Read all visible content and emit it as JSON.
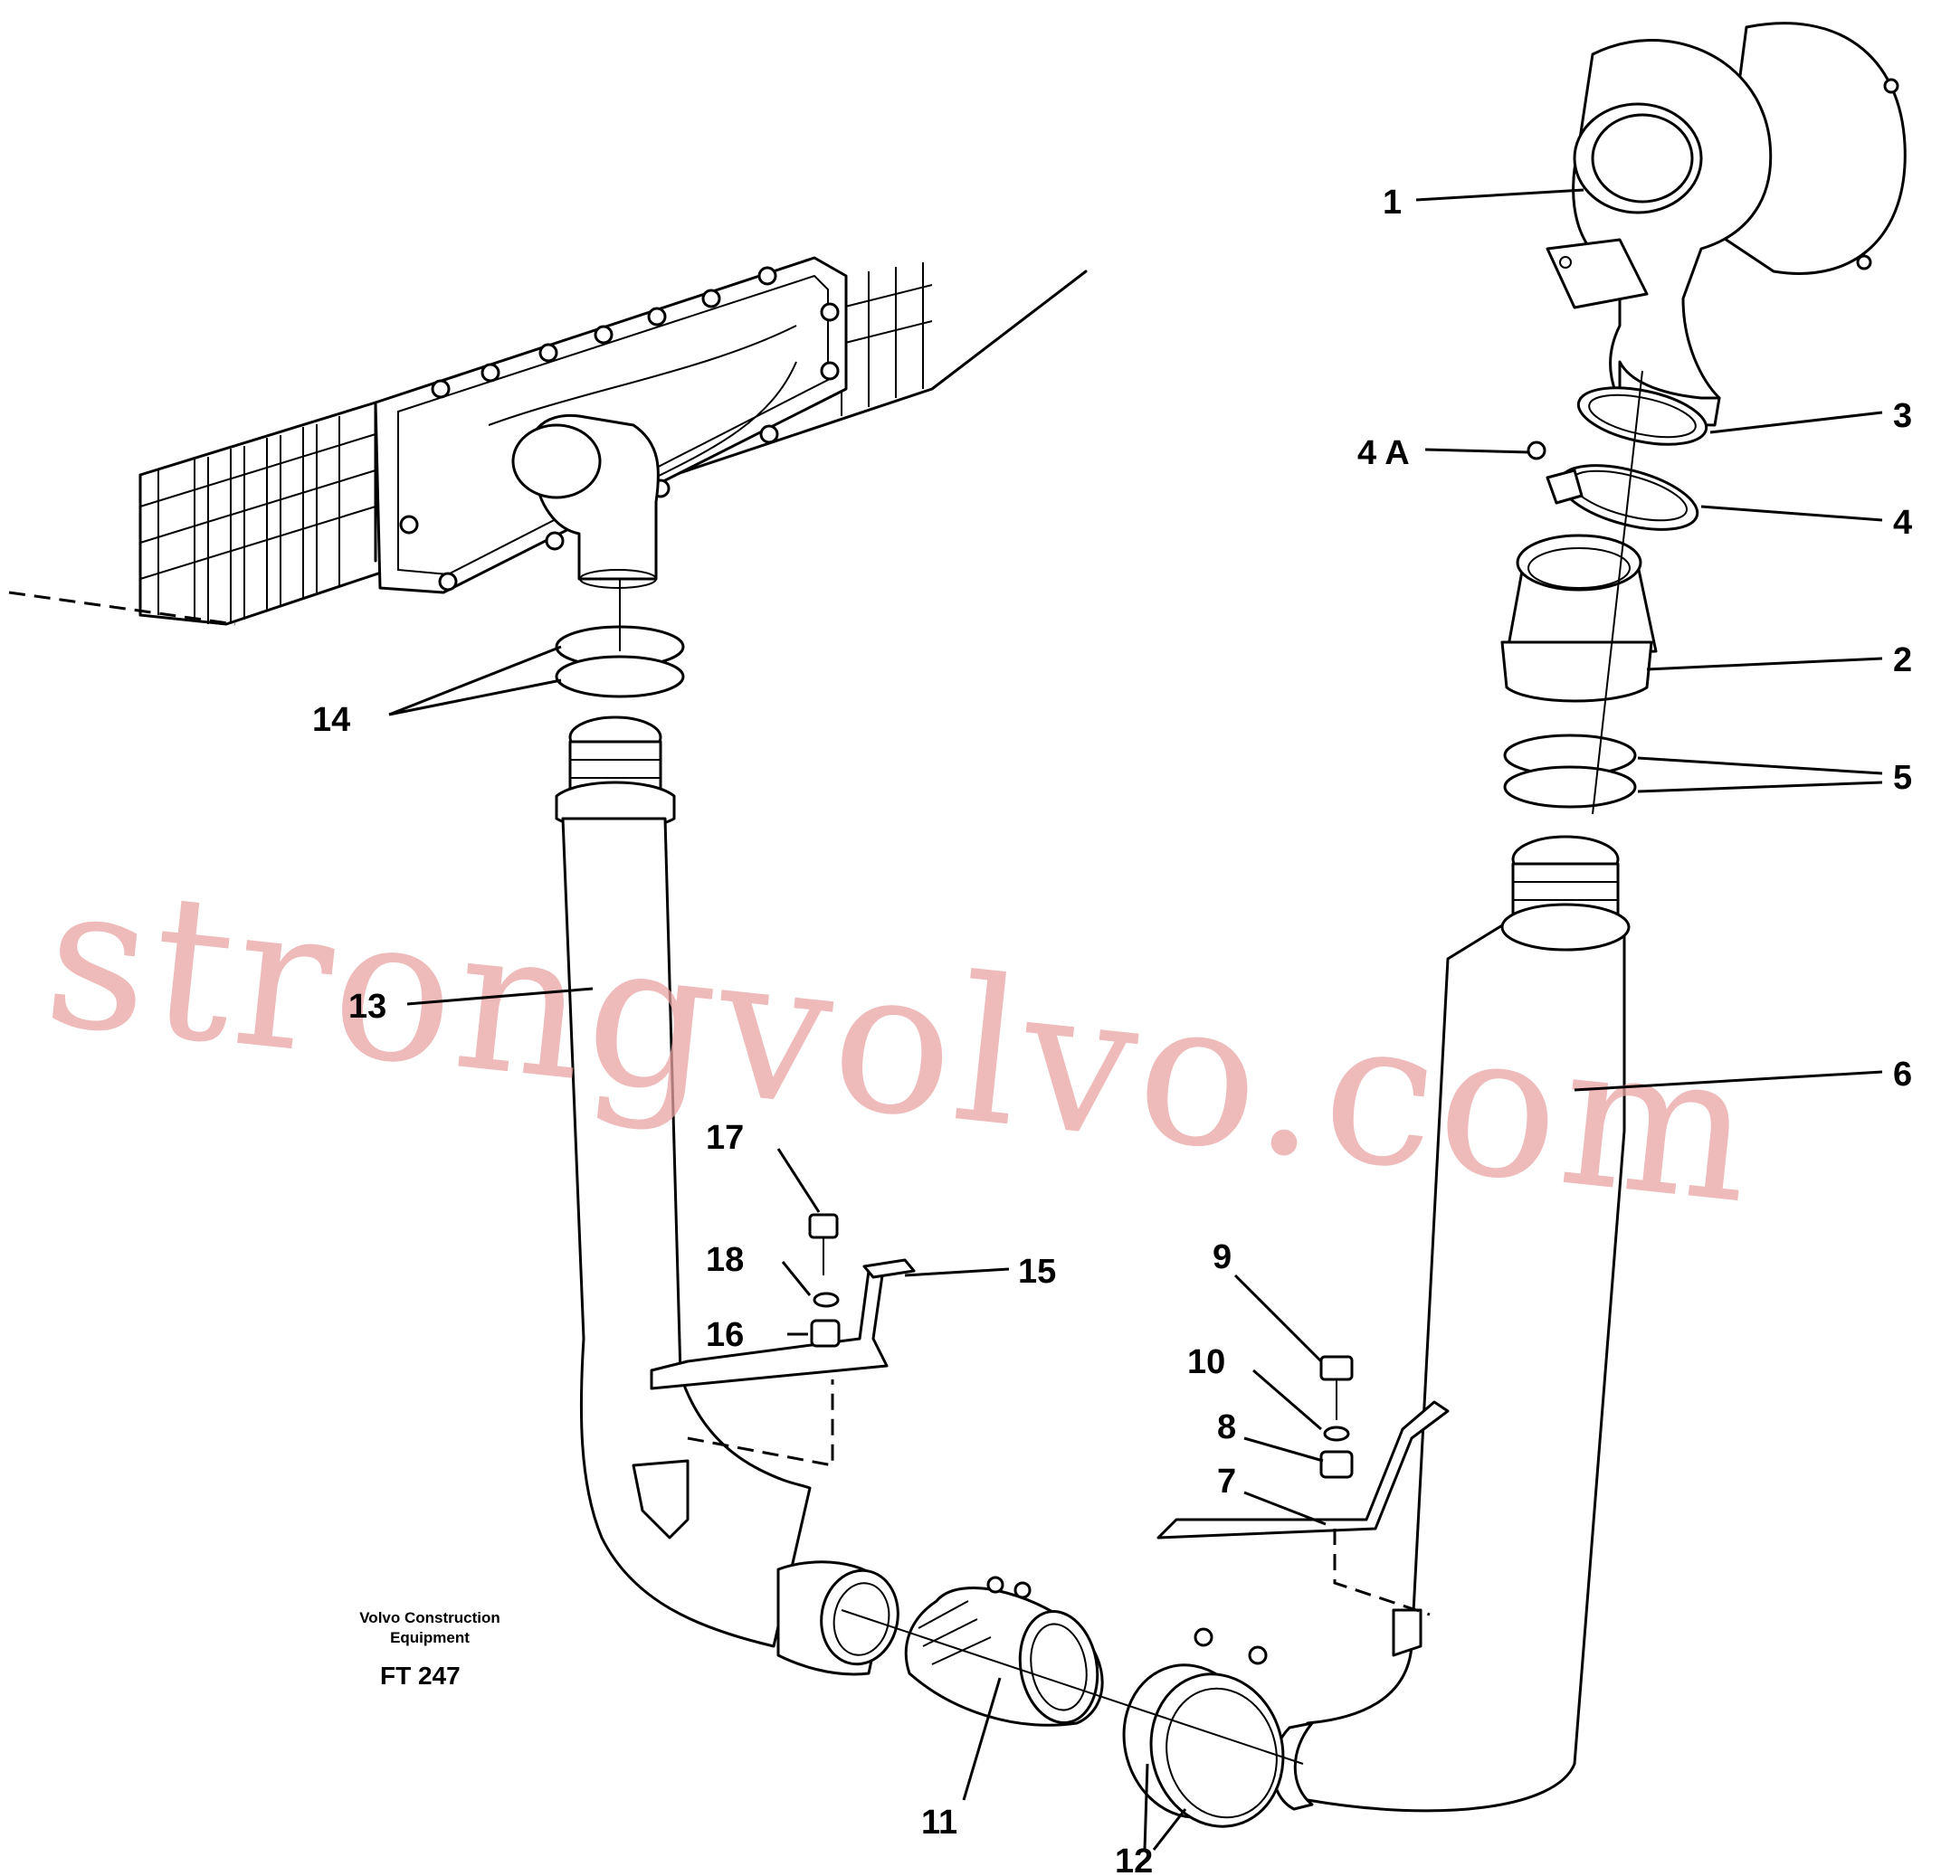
{
  "labels": {
    "p1": "1",
    "p2": "2",
    "p3": "3",
    "p4": "4",
    "p4a": "4 A",
    "p5": "5",
    "p6": "6",
    "p7": "7",
    "p8": "8",
    "p9": "9",
    "p10": "10",
    "p11": "11",
    "p12": "12",
    "p13": "13",
    "p14": "14",
    "p15": "15",
    "p16": "16",
    "p17": "17",
    "p18": "18"
  },
  "caption": {
    "company_line1": "Volvo Construction",
    "company_line2": "Equipment",
    "figure_code": "FT 247"
  },
  "watermark": "strongvolvo.com"
}
